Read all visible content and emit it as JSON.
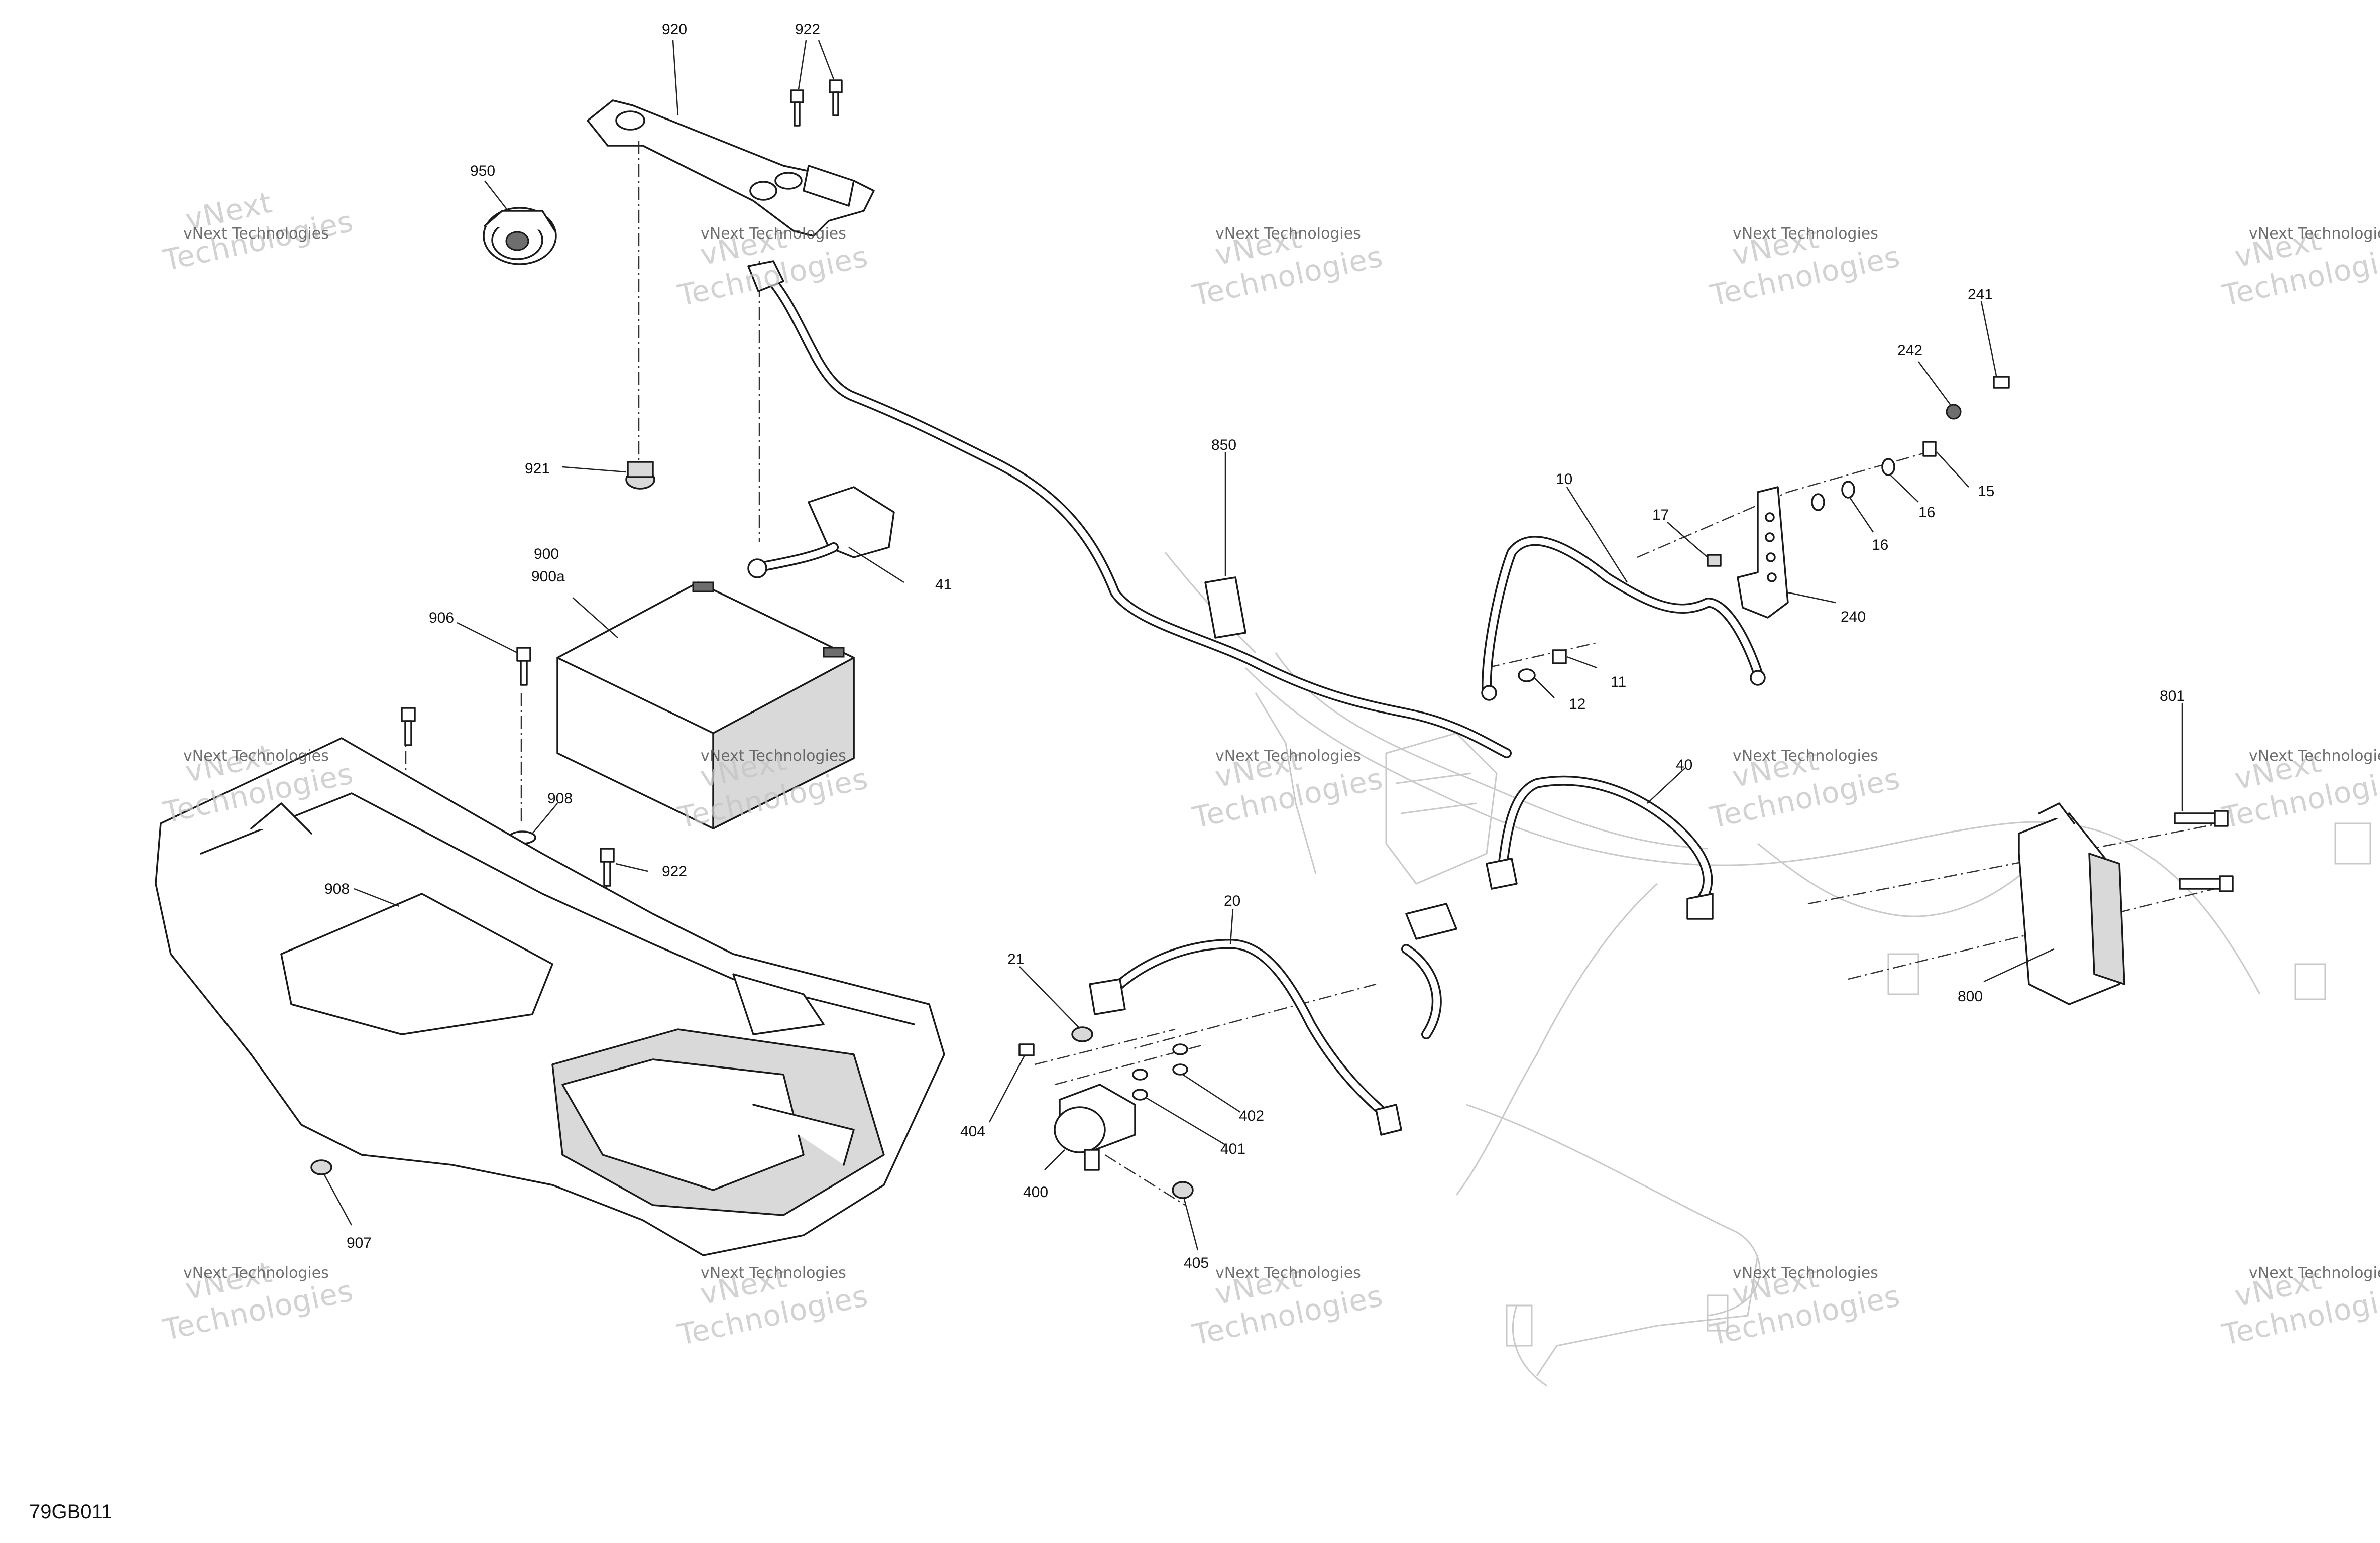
{
  "diagram_code": "79GB011",
  "watermark": {
    "line1": "vNext Technologies",
    "line2": "vNext",
    "line3": "Technologies"
  },
  "callouts": [
    {
      "id": "920",
      "label": "920"
    },
    {
      "id": "922a",
      "label": "922"
    },
    {
      "id": "950",
      "label": "950"
    },
    {
      "id": "921",
      "label": "921"
    },
    {
      "id": "41",
      "label": "41"
    },
    {
      "id": "900",
      "label": "900"
    },
    {
      "id": "900a",
      "label": "900a"
    },
    {
      "id": "906",
      "label": "906"
    },
    {
      "id": "908a",
      "label": "908"
    },
    {
      "id": "922b",
      "label": "922"
    },
    {
      "id": "908b",
      "label": "908"
    },
    {
      "id": "907",
      "label": "907"
    },
    {
      "id": "850",
      "label": "850"
    },
    {
      "id": "10",
      "label": "10"
    },
    {
      "id": "17",
      "label": "17"
    },
    {
      "id": "241",
      "label": "241"
    },
    {
      "id": "242",
      "label": "242"
    },
    {
      "id": "15",
      "label": "15"
    },
    {
      "id": "16a",
      "label": "16"
    },
    {
      "id": "16b",
      "label": "16"
    },
    {
      "id": "240",
      "label": "240"
    },
    {
      "id": "11",
      "label": "11"
    },
    {
      "id": "12",
      "label": "12"
    },
    {
      "id": "40",
      "label": "40"
    },
    {
      "id": "801",
      "label": "801"
    },
    {
      "id": "800",
      "label": "800"
    },
    {
      "id": "20",
      "label": "20"
    },
    {
      "id": "21",
      "label": "21"
    },
    {
      "id": "404",
      "label": "404"
    },
    {
      "id": "402",
      "label": "402"
    },
    {
      "id": "401",
      "label": "401"
    },
    {
      "id": "400",
      "label": "400"
    },
    {
      "id": "405",
      "label": "405"
    }
  ]
}
